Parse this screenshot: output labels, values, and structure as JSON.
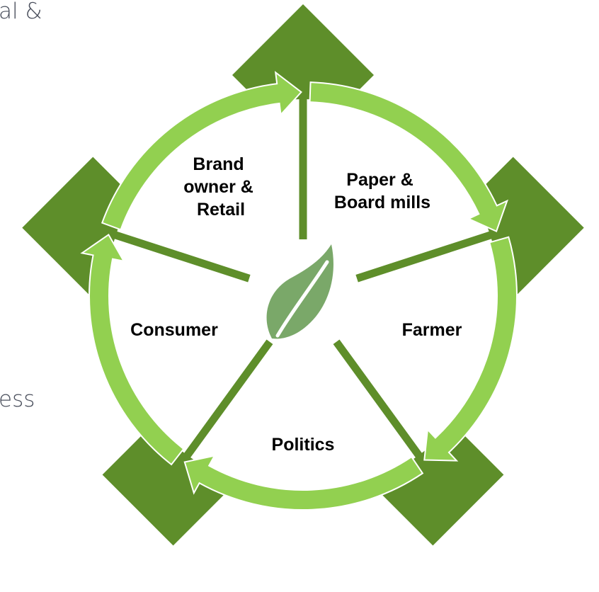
{
  "background_text": {
    "line1_fragment": "al &",
    "line2_fragment": "ess"
  },
  "cycle": {
    "stages": [
      {
        "id": "brand",
        "lines": [
          "Brand",
          "owner &",
          "Retail"
        ]
      },
      {
        "id": "paper",
        "lines": [
          "Paper &",
          "Board mills"
        ]
      },
      {
        "id": "farmer",
        "lines": [
          "Farmer"
        ]
      },
      {
        "id": "politics",
        "lines": [
          "Politics"
        ]
      },
      {
        "id": "consumer",
        "lines": [
          "Consumer"
        ]
      }
    ],
    "center_icon": "leaf-icon"
  },
  "colors": {
    "ring_light": "#92d050",
    "dark_green": "#5e8e2a",
    "leaf": "#7aa869",
    "text": "#000000",
    "background_text": "#4a4f5c"
  }
}
